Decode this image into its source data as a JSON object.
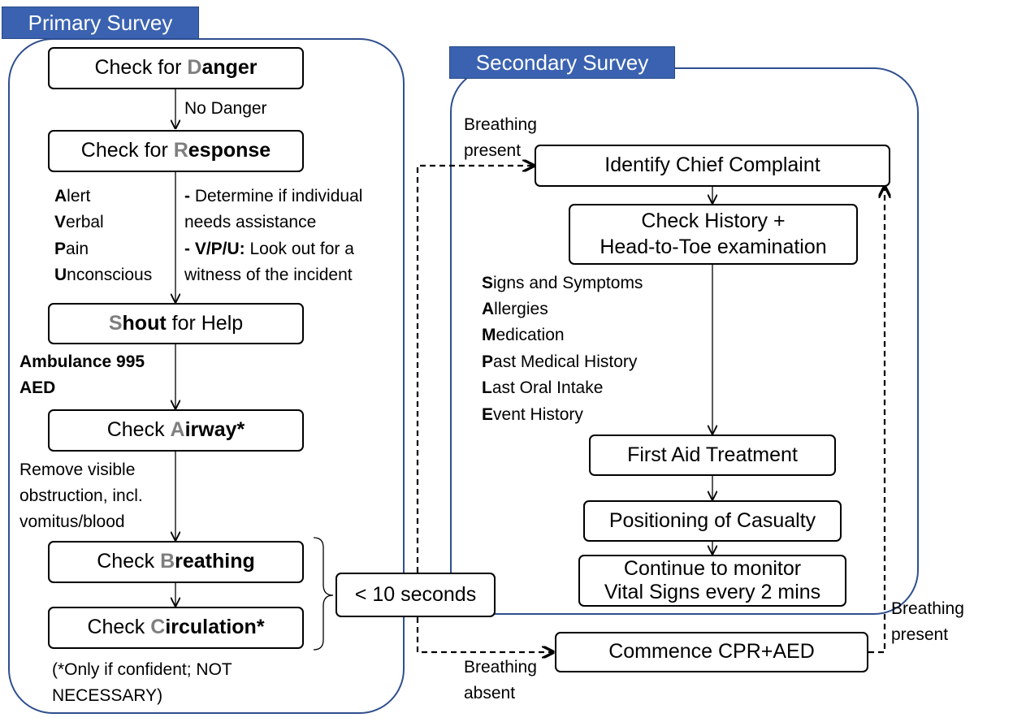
{
  "primary": {
    "header": "Primary Survey",
    "danger": {
      "pre": "Check for ",
      "key": "D",
      "rest": "anger"
    },
    "no_danger": "No Danger",
    "response": {
      "pre": "Check for ",
      "key": "R",
      "rest": "esponse"
    },
    "avpu": [
      {
        "initial": "A",
        "rest": "lert"
      },
      {
        "initial": "V",
        "rest": "erbal"
      },
      {
        "initial": "P",
        "rest": "ain"
      },
      {
        "initial": "U",
        "rest": "nconscious"
      }
    ],
    "notes": {
      "l1_bold": "- ",
      "l1": "Determine if individual",
      "l2": "needs assistance",
      "l3_bold": "- V/P/U:",
      "l3": " Look out for a",
      "l4": "witness of the incident"
    },
    "shout": {
      "key": "S",
      "bold": "hout",
      "rest": " for Help"
    },
    "ambulance": [
      "Ambulance 995",
      "AED"
    ],
    "airway": {
      "pre": "Check ",
      "key": "A",
      "bold": "irway*"
    },
    "obstruction": [
      "Remove visible",
      "obstruction, incl.",
      "vomitus/blood"
    ],
    "breathing": {
      "pre": "Check ",
      "key": "B",
      "bold": "reathing"
    },
    "circulation": {
      "pre": "Check ",
      "key": "C",
      "bold": "irculation*"
    },
    "footnote": [
      "(*Only if confident; NOT",
      "NECESSARY)"
    ],
    "timer": "< 10 seconds"
  },
  "secondary": {
    "header": "Secondary Survey",
    "breathing_present_top": [
      "Breathing",
      "present"
    ],
    "chief": "Identify Chief Complaint",
    "history": [
      "Check History +",
      "Head-to-Toe examination"
    ],
    "sample": [
      {
        "initial": "S",
        "rest": "igns and Symptoms"
      },
      {
        "initial": "A",
        "rest": "llergies"
      },
      {
        "initial": "M",
        "rest": "edication"
      },
      {
        "initial": "P",
        "rest": "ast Medical History"
      },
      {
        "initial": "L",
        "rest": "ast Oral Intake"
      },
      {
        "initial": "E",
        "rest": "vent History"
      }
    ],
    "first_aid": "First Aid Treatment",
    "positioning": "Positioning of Casualty",
    "monitor": [
      "Continue to monitor",
      "Vital Signs every 2 mins"
    ]
  },
  "cpr": {
    "label": "Commence CPR+AED",
    "breathing_absent": [
      "Breathing",
      "absent"
    ],
    "breathing_present": [
      "Breathing",
      "present"
    ]
  },
  "colors": {
    "header_bg": "#3a62b0",
    "panel_border": "#2f4f8f",
    "key_letter": "#7f7f7f"
  }
}
